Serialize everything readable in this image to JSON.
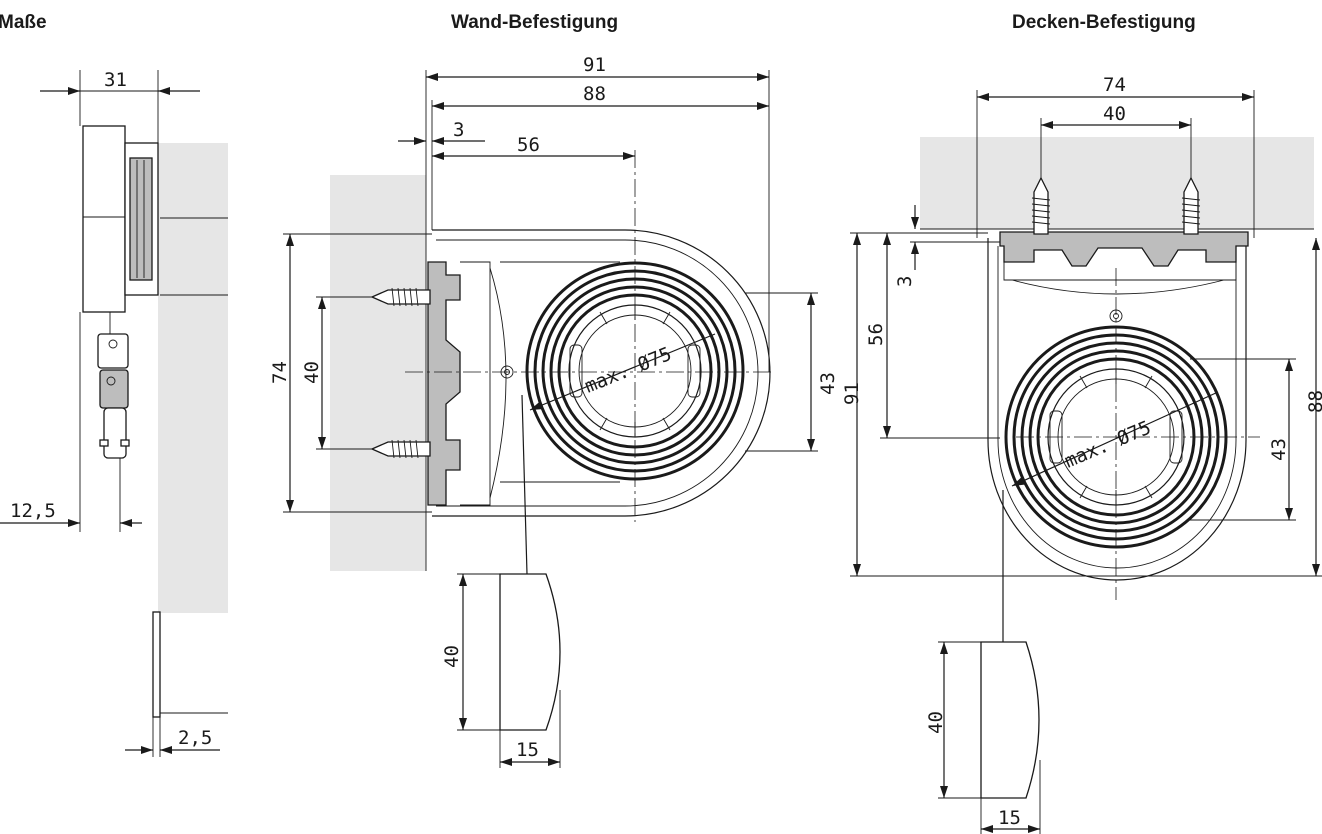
{
  "headings": {
    "masse": "Maße",
    "wand": "Wand-Befestigung",
    "decke": "Decken-Befestigung"
  },
  "side_view": {
    "width": "31",
    "offset": "12,5",
    "thickness": "2,5"
  },
  "wall_mount": {
    "width_outer": "91",
    "width_inner": "88",
    "gap": "3",
    "axis_distance": "56",
    "height": "74",
    "screw_spacing": "40",
    "spool_half_height": "43",
    "spool_label": "max. Ø75",
    "handle_height": "40",
    "handle_width": "15"
  },
  "ceiling_mount": {
    "width": "74",
    "screw_spacing": "40",
    "gap": "3",
    "axis_distance": "56",
    "height": "91",
    "spool_half_height": "43",
    "depth": "88",
    "spool_label": "max. Ø75",
    "handle_height": "40",
    "handle_width": "15"
  },
  "colors": {
    "line": "#1a1a1a",
    "wall": "#e6e6e6",
    "part_grey": "#bdbdbd"
  }
}
